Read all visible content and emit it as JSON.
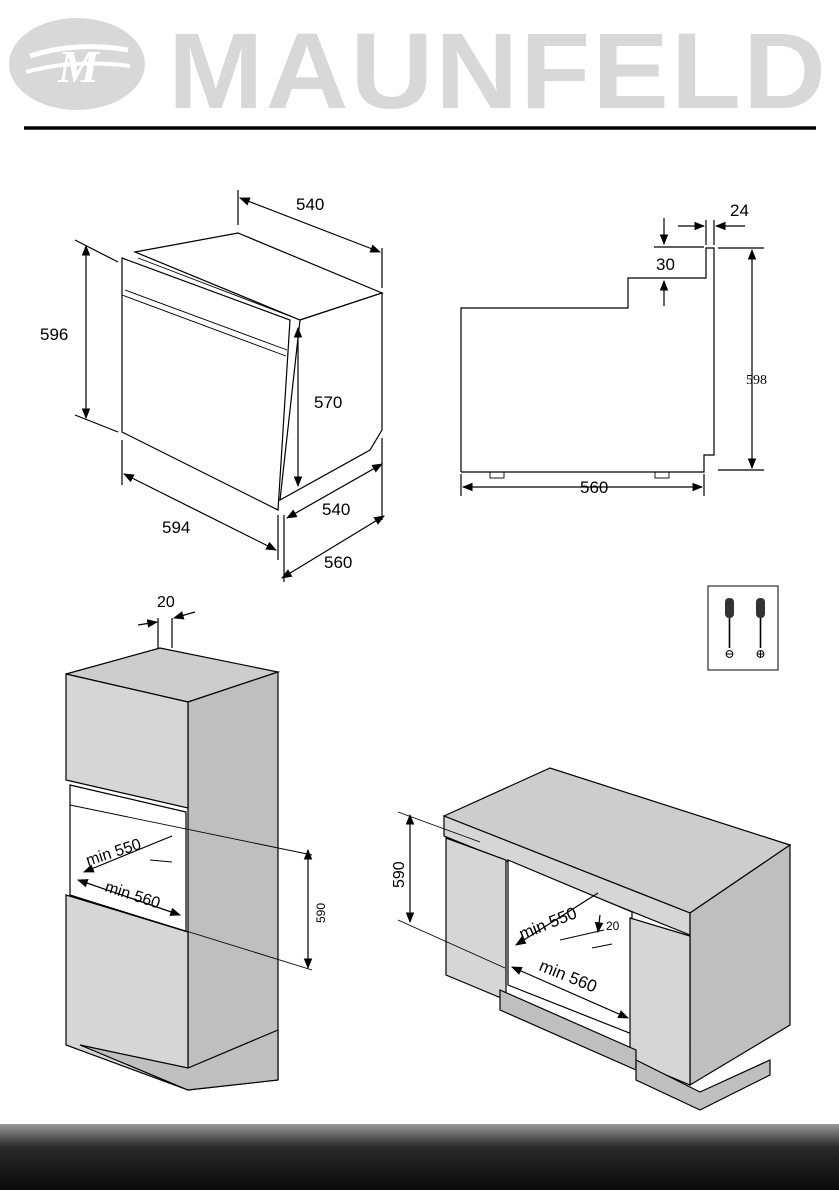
{
  "brand": {
    "name": "MAUNFELD",
    "monogram": "M"
  },
  "oven_iso": {
    "depth_top": "540",
    "height": "596",
    "inner_height": "570",
    "width": "594",
    "depth_bottom": "540",
    "depth_total": "560"
  },
  "oven_side": {
    "offset": "24",
    "step": "30",
    "height": "598",
    "width": "560"
  },
  "tall_cabinet": {
    "gap": "20",
    "min_depth": "min 550",
    "min_width": "min 560",
    "niche_height": "590"
  },
  "base_cabinet": {
    "niche_height": "590",
    "min_depth": "min 550",
    "gap": "20",
    "min_width": "min 560"
  },
  "tools": {
    "icons": [
      "screwdriver-flat-icon",
      "screwdriver-cross-icon"
    ]
  },
  "colors": {
    "logo": "#d8d8d8",
    "rule": "#000000",
    "cabinet": "#d6d6d6",
    "footer_dark": "#111111"
  }
}
